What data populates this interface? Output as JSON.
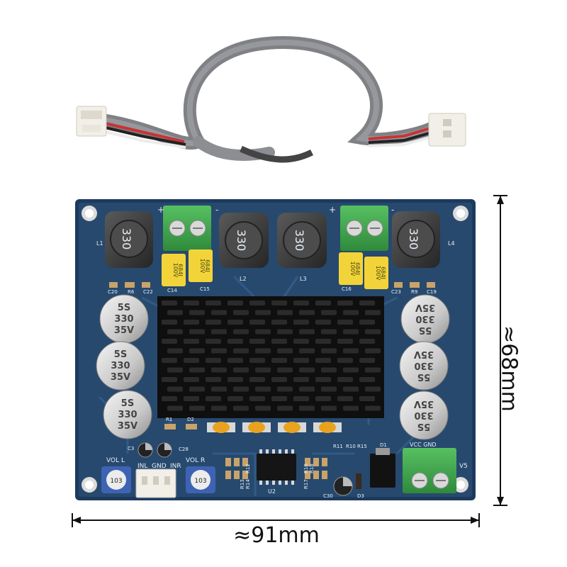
{
  "dimensions": {
    "width": "≈91mm",
    "height": "≈68mm"
  },
  "inductors": {
    "marking": "330",
    "labels": [
      "L1",
      "L2",
      "L3",
      "L4"
    ]
  },
  "capacitors": {
    "left_marking": [
      "5S",
      "330",
      "35V"
    ],
    "right_marking": [
      "35V",
      "330",
      "5S"
    ],
    "film_cap_marking": [
      "100V",
      "684J"
    ]
  },
  "silkscreen": {
    "vol_l": "VOL L",
    "vol_r": "VOL R",
    "inl": "INL",
    "gnd": "GND",
    "inr": "INR",
    "vcc_gnd": "VCC GND",
    "v5": "V5",
    "u2": "U2",
    "d1": "D1",
    "d2": "D2",
    "d3": "D3",
    "c3": "C3",
    "c28": "C28",
    "c30": "C30",
    "r1": "R1",
    "c20": "C20",
    "r6": "R6",
    "c22": "C22",
    "c23": "C23",
    "r9": "R9",
    "c19": "C19",
    "c14": "C14",
    "c15": "C15",
    "c16": "C16",
    "r11": "R11",
    "r10": "R10",
    "r15": "R15",
    "r13": "R13",
    "r12": "R12",
    "r14": "R14",
    "r17": "R17",
    "r16": "R16",
    "r18": "R18",
    "plus": "+",
    "minus": "-"
  },
  "potentiometer_marking": "103",
  "colors": {
    "pcb": "#27496e",
    "pcb_edge": "#1b3658",
    "heatsink": "#111111",
    "terminal_green": "#3fa64b",
    "film_cap_yellow": "#f2d43a",
    "cable_gray": "#8c8e92"
  }
}
